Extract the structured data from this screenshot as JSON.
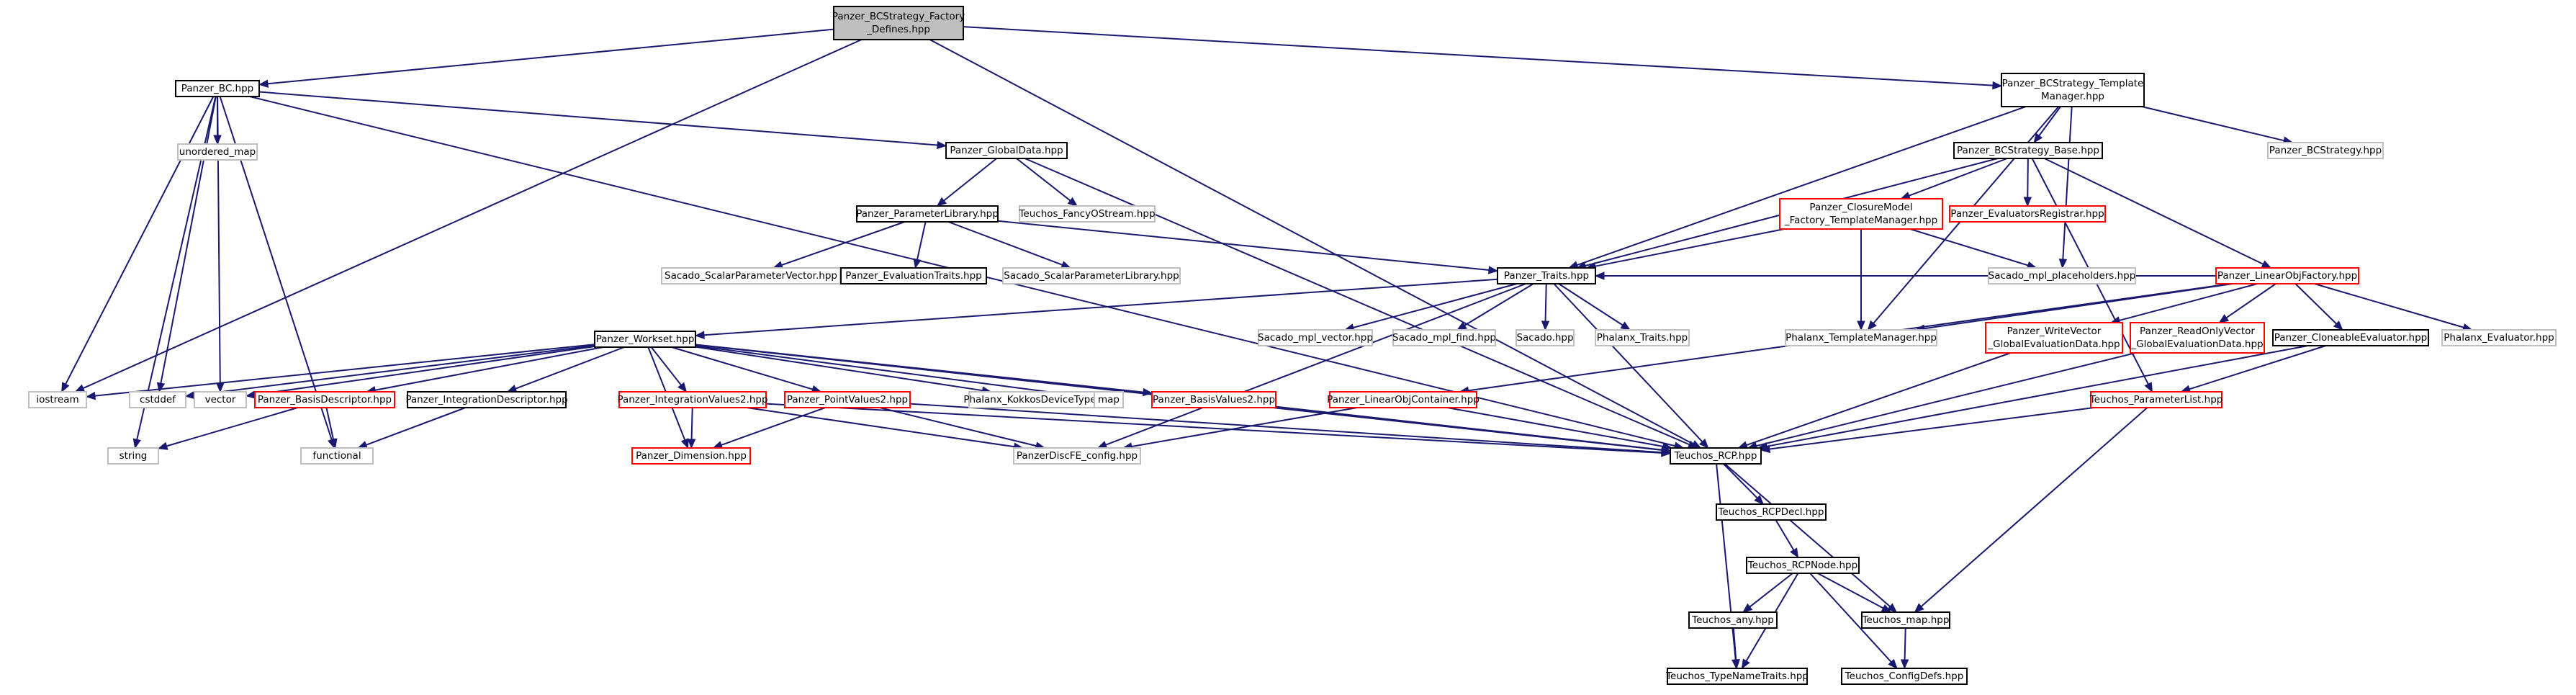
{
  "graph": {
    "colors": {
      "edge": "#191970",
      "root_fill": "#bfbfbf",
      "default_border": "#000000",
      "red_border": "#ff0000",
      "gray_border": "#bfbfbf",
      "fill": "#ffffff"
    },
    "nodes": [
      {
        "id": "root",
        "lines": [
          "Panzer_BCStrategy_Factory",
          "_Defines.hpp"
        ],
        "style": "root"
      },
      {
        "id": "bc",
        "lines": [
          "Panzer_BC.hpp"
        ],
        "style": "black"
      },
      {
        "id": "tm",
        "lines": [
          "Panzer_BCStrategy_Template",
          "Manager.hpp"
        ],
        "style": "black"
      },
      {
        "id": "unordered_map",
        "lines": [
          "unordered_map"
        ],
        "style": "gray"
      },
      {
        "id": "globaldata",
        "lines": [
          "Panzer_GlobalData.hpp"
        ],
        "style": "black"
      },
      {
        "id": "fancy",
        "lines": [
          "Teuchos_FancyOStream.hpp"
        ],
        "style": "gray"
      },
      {
        "id": "bcs",
        "lines": [
          "Panzer_BCStrategy.hpp"
        ],
        "style": "gray"
      },
      {
        "id": "bcbase",
        "lines": [
          "Panzer_BCStrategy_Base.hpp"
        ],
        "style": "black"
      },
      {
        "id": "closure",
        "lines": [
          "Panzer_ClosureModel",
          "_Factory_TemplateManager.hpp"
        ],
        "style": "red"
      },
      {
        "id": "evreg",
        "lines": [
          "Panzer_EvaluatorsRegistrar.hpp"
        ],
        "style": "red"
      },
      {
        "id": "paramlib",
        "lines": [
          "Panzer_ParameterLibrary.hpp"
        ],
        "style": "black"
      },
      {
        "id": "sspv",
        "lines": [
          "Sacado_ScalarParameterVector.hpp"
        ],
        "style": "gray"
      },
      {
        "id": "evtraits",
        "lines": [
          "Panzer_EvaluationTraits.hpp"
        ],
        "style": "black"
      },
      {
        "id": "sspl",
        "lines": [
          "Sacado_ScalarParameterLibrary.hpp"
        ],
        "style": "gray"
      },
      {
        "id": "traits",
        "lines": [
          "Panzer_Traits.hpp"
        ],
        "style": "black"
      },
      {
        "id": "smph",
        "lines": [
          "Sacado_mpl_placeholders.hpp"
        ],
        "style": "gray"
      },
      {
        "id": "lof",
        "lines": [
          "Panzer_LinearObjFactory.hpp"
        ],
        "style": "red"
      },
      {
        "id": "smv",
        "lines": [
          "Sacado_mpl_vector.hpp"
        ],
        "style": "gray"
      },
      {
        "id": "smf",
        "lines": [
          "Sacado_mpl_find.hpp"
        ],
        "style": "gray"
      },
      {
        "id": "sacado",
        "lines": [
          "Sacado.hpp"
        ],
        "style": "gray"
      },
      {
        "id": "phtraits",
        "lines": [
          "Phalanx_Traits.hpp"
        ],
        "style": "gray"
      },
      {
        "id": "phtm",
        "lines": [
          "Phalanx_TemplateManager.hpp"
        ],
        "style": "gray"
      },
      {
        "id": "wv",
        "lines": [
          "Panzer_WriteVector",
          "_GlobalEvaluationData.hpp"
        ],
        "style": "red"
      },
      {
        "id": "rov",
        "lines": [
          "Panzer_ReadOnlyVector",
          "_GlobalEvaluationData.hpp"
        ],
        "style": "red"
      },
      {
        "id": "clone",
        "lines": [
          "Panzer_CloneableEvaluator.hpp"
        ],
        "style": "black"
      },
      {
        "id": "pheval",
        "lines": [
          "Phalanx_Evaluator.hpp"
        ],
        "style": "gray"
      },
      {
        "id": "workset",
        "lines": [
          "Panzer_Workset.hpp"
        ],
        "style": "black"
      },
      {
        "id": "iostream",
        "lines": [
          "iostream"
        ],
        "style": "gray"
      },
      {
        "id": "cstddef",
        "lines": [
          "cstddef"
        ],
        "style": "gray"
      },
      {
        "id": "vector",
        "lines": [
          "vector"
        ],
        "style": "gray"
      },
      {
        "id": "basisdesc",
        "lines": [
          "Panzer_BasisDescriptor.hpp"
        ],
        "style": "red"
      },
      {
        "id": "intdesc",
        "lines": [
          "Panzer_IntegrationDescriptor.hpp"
        ],
        "style": "black"
      },
      {
        "id": "intval2",
        "lines": [
          "Panzer_IntegrationValues2.hpp"
        ],
        "style": "red"
      },
      {
        "id": "ptval2",
        "lines": [
          "Panzer_PointValues2.hpp"
        ],
        "style": "red"
      },
      {
        "id": "kokkos",
        "lines": [
          "Phalanx_KokkosDeviceTypes.hpp"
        ],
        "style": "gray"
      },
      {
        "id": "map",
        "lines": [
          "map"
        ],
        "style": "gray"
      },
      {
        "id": "basisval2",
        "lines": [
          "Panzer_BasisValues2.hpp"
        ],
        "style": "red"
      },
      {
        "id": "loc",
        "lines": [
          "Panzer_LinearObjContainer.hpp"
        ],
        "style": "red"
      },
      {
        "id": "plist",
        "lines": [
          "Teuchos_ParameterList.hpp"
        ],
        "style": "red"
      },
      {
        "id": "string",
        "lines": [
          "string"
        ],
        "style": "gray"
      },
      {
        "id": "functional",
        "lines": [
          "functional"
        ],
        "style": "gray"
      },
      {
        "id": "dimension",
        "lines": [
          "Panzer_Dimension.hpp"
        ],
        "style": "red"
      },
      {
        "id": "discfe",
        "lines": [
          "PanzerDiscFE_config.hpp"
        ],
        "style": "gray"
      },
      {
        "id": "rcp",
        "lines": [
          "Teuchos_RCP.hpp"
        ],
        "style": "black"
      },
      {
        "id": "rcpdecl",
        "lines": [
          "Teuchos_RCPDecl.hpp"
        ],
        "style": "black"
      },
      {
        "id": "rcpnode",
        "lines": [
          "Teuchos_RCPNode.hpp"
        ],
        "style": "black"
      },
      {
        "id": "any",
        "lines": [
          "Teuchos_any.hpp"
        ],
        "style": "black"
      },
      {
        "id": "tmap",
        "lines": [
          "Teuchos_map.hpp"
        ],
        "style": "black"
      },
      {
        "id": "tnt",
        "lines": [
          "Teuchos_TypeNameTraits.hpp"
        ],
        "style": "black"
      },
      {
        "id": "cdefs",
        "lines": [
          "Teuchos_ConfigDefs.hpp"
        ],
        "style": "black"
      }
    ],
    "edges": [
      [
        "root",
        "bc"
      ],
      [
        "root",
        "tm"
      ],
      [
        "root",
        "rcp"
      ],
      [
        "root",
        "iostream"
      ],
      [
        "bc",
        "unordered_map"
      ],
      [
        "bc",
        "globaldata"
      ],
      [
        "bc",
        "iostream"
      ],
      [
        "bc",
        "string"
      ],
      [
        "bc",
        "functional"
      ],
      [
        "bc",
        "cstddef"
      ],
      [
        "bc",
        "vector"
      ],
      [
        "bc",
        "rcp"
      ],
      [
        "tm",
        "bcbase"
      ],
      [
        "tm",
        "bcs"
      ],
      [
        "tm",
        "traits"
      ],
      [
        "tm",
        "smph"
      ],
      [
        "tm",
        "phtm"
      ],
      [
        "globaldata",
        "paramlib"
      ],
      [
        "globaldata",
        "fancy"
      ],
      [
        "globaldata",
        "rcp"
      ],
      [
        "bcbase",
        "closure"
      ],
      [
        "bcbase",
        "evreg"
      ],
      [
        "bcbase",
        "lof"
      ],
      [
        "bcbase",
        "traits"
      ],
      [
        "bcbase",
        "plist"
      ],
      [
        "closure",
        "traits"
      ],
      [
        "closure",
        "phtm"
      ],
      [
        "closure",
        "smph"
      ],
      [
        "paramlib",
        "sspv"
      ],
      [
        "paramlib",
        "evtraits"
      ],
      [
        "paramlib",
        "sspl"
      ],
      [
        "paramlib",
        "traits"
      ],
      [
        "traits",
        "workset"
      ],
      [
        "traits",
        "smv"
      ],
      [
        "traits",
        "smf"
      ],
      [
        "traits",
        "sacado"
      ],
      [
        "traits",
        "phtraits"
      ],
      [
        "traits",
        "rcp"
      ],
      [
        "traits",
        "discfe"
      ],
      [
        "lof",
        "phtm"
      ],
      [
        "lof",
        "traits"
      ],
      [
        "lof",
        "wv"
      ],
      [
        "lof",
        "rov"
      ],
      [
        "lof",
        "clone"
      ],
      [
        "lof",
        "pheval"
      ],
      [
        "lof",
        "loc"
      ],
      [
        "wv",
        "rcp"
      ],
      [
        "rov",
        "rcp"
      ],
      [
        "clone",
        "plist"
      ],
      [
        "clone",
        "rcp"
      ],
      [
        "plist",
        "rcp"
      ],
      [
        "plist",
        "tmap"
      ],
      [
        "workset",
        "iostream"
      ],
      [
        "workset",
        "cstddef"
      ],
      [
        "workset",
        "vector"
      ],
      [
        "workset",
        "basisdesc"
      ],
      [
        "workset",
        "intdesc"
      ],
      [
        "workset",
        "intval2"
      ],
      [
        "workset",
        "ptval2"
      ],
      [
        "workset",
        "kokkos"
      ],
      [
        "workset",
        "map"
      ],
      [
        "workset",
        "basisval2"
      ],
      [
        "workset",
        "dimension"
      ],
      [
        "workset",
        "rcp"
      ],
      [
        "basisdesc",
        "string"
      ],
      [
        "basisdesc",
        "functional"
      ],
      [
        "intdesc",
        "functional"
      ],
      [
        "intval2",
        "dimension"
      ],
      [
        "intval2",
        "discfe"
      ],
      [
        "intval2",
        "rcp"
      ],
      [
        "ptval2",
        "dimension"
      ],
      [
        "ptval2",
        "discfe"
      ],
      [
        "ptval2",
        "rcp"
      ],
      [
        "basisval2",
        "rcp"
      ],
      [
        "loc",
        "discfe"
      ],
      [
        "loc",
        "rcp"
      ],
      [
        "rcp",
        "rcpdecl"
      ],
      [
        "rcp",
        "tnt"
      ],
      [
        "rcp",
        "tmap"
      ],
      [
        "rcpdecl",
        "rcpnode"
      ],
      [
        "rcpnode",
        "any"
      ],
      [
        "rcpnode",
        "tnt"
      ],
      [
        "rcpnode",
        "tmap"
      ],
      [
        "rcpnode",
        "cdefs"
      ],
      [
        "any",
        "tnt"
      ],
      [
        "tmap",
        "cdefs"
      ]
    ]
  }
}
